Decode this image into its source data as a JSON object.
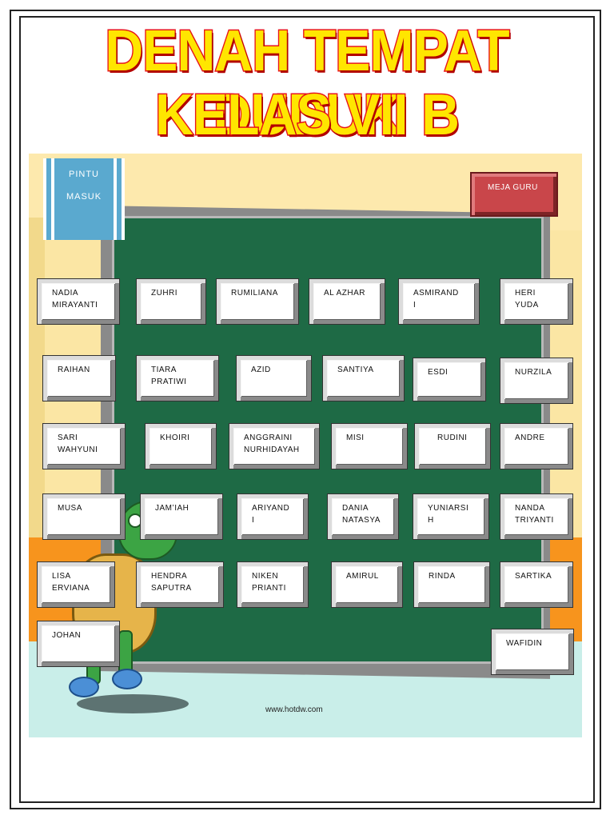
{
  "title": {
    "line1": "DENAH TEMPAT DUDUK",
    "line2": "KELAS VII B"
  },
  "door": {
    "line1": "PINTU",
    "line2": "MASUK"
  },
  "teacher_desk": {
    "label": "MEJA GURU"
  },
  "credit": "www.hotdw.com",
  "seats": [
    "NADIA\nMIRAYANTI",
    "ZUHRI",
    "RUMILIANA",
    "AL AZHAR",
    "ASMIRAND\nI",
    "HERI\nYUDA",
    "RAIHAN",
    "TIARA\nPRATIWI",
    "AZID",
    "SANTIYA",
    "ESDI",
    "NURZILA",
    "SARI\nWAHYUNI",
    "KHOIRI",
    "ANGGRAINI\nNURHIDAYAH",
    "MISI",
    "RUDINI",
    "ANDRE",
    "MUSA",
    "JAM’IAH",
    "ARIYAND\nI",
    "DANIA\nNATASYA",
    "YUNIARSI\nH",
    "NANDA\nTRIYANTI",
    "LISA\nERVIANA",
    "HENDRA\nSAPUTRA",
    "NIKEN\nPRIANTI",
    "AMIRUL",
    "RINDA",
    "SARTIKA",
    "JOHAN",
    "WAFIDIN"
  ]
}
